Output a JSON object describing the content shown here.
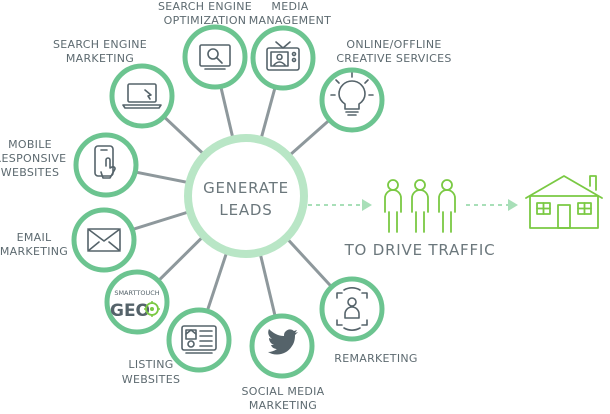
{
  "hub": {
    "line1": "GENERATE",
    "line2": "LEADS"
  },
  "cta": {
    "label": "TO DRIVE TRAFFIC"
  },
  "services": [
    {
      "id": "sem",
      "icon": "laptop-cursor-icon",
      "lines": [
        "SEARCH ENGINE",
        "MARKETING"
      ]
    },
    {
      "id": "seo",
      "icon": "magnifier-screen-icon",
      "lines": [
        "SEARCH ENGINE",
        "OPTIMIZATION"
      ]
    },
    {
      "id": "media",
      "icon": "tv-media-icon",
      "lines": [
        "MEDIA",
        "MANAGEMENT"
      ]
    },
    {
      "id": "creative",
      "icon": "lightbulb-icon",
      "lines": [
        "ONLINE/OFFLINE",
        "CREATIVE SERVICES"
      ]
    },
    {
      "id": "mobile",
      "icon": "phone-touch-icon",
      "lines": [
        "MOBILE",
        "RESPONSIVE",
        "WEBSITES"
      ]
    },
    {
      "id": "email",
      "icon": "envelope-icon",
      "lines": [
        "EMAIL",
        "MARKETING"
      ]
    },
    {
      "id": "geo",
      "icon": "smarttouch-geo-logo",
      "lines": [],
      "logo": {
        "top": "SMARTTOUCH",
        "bottom": "GEO"
      }
    },
    {
      "id": "listing",
      "icon": "listing-card-icon",
      "lines": [
        "LISTING",
        "WEBSITES"
      ]
    },
    {
      "id": "social",
      "icon": "twitter-bird-icon",
      "lines": [
        "SOCIAL MEDIA",
        "MARKETING"
      ]
    },
    {
      "id": "remarket",
      "icon": "remarketing-cycle-icon",
      "lines": [
        "REMARKETING"
      ]
    }
  ],
  "colors": {
    "ring": "#6cc490",
    "hub_ring": "#b9e6c6",
    "spoke": "#8e989c",
    "accent": "#7ac943",
    "text": "#5d6a70"
  }
}
